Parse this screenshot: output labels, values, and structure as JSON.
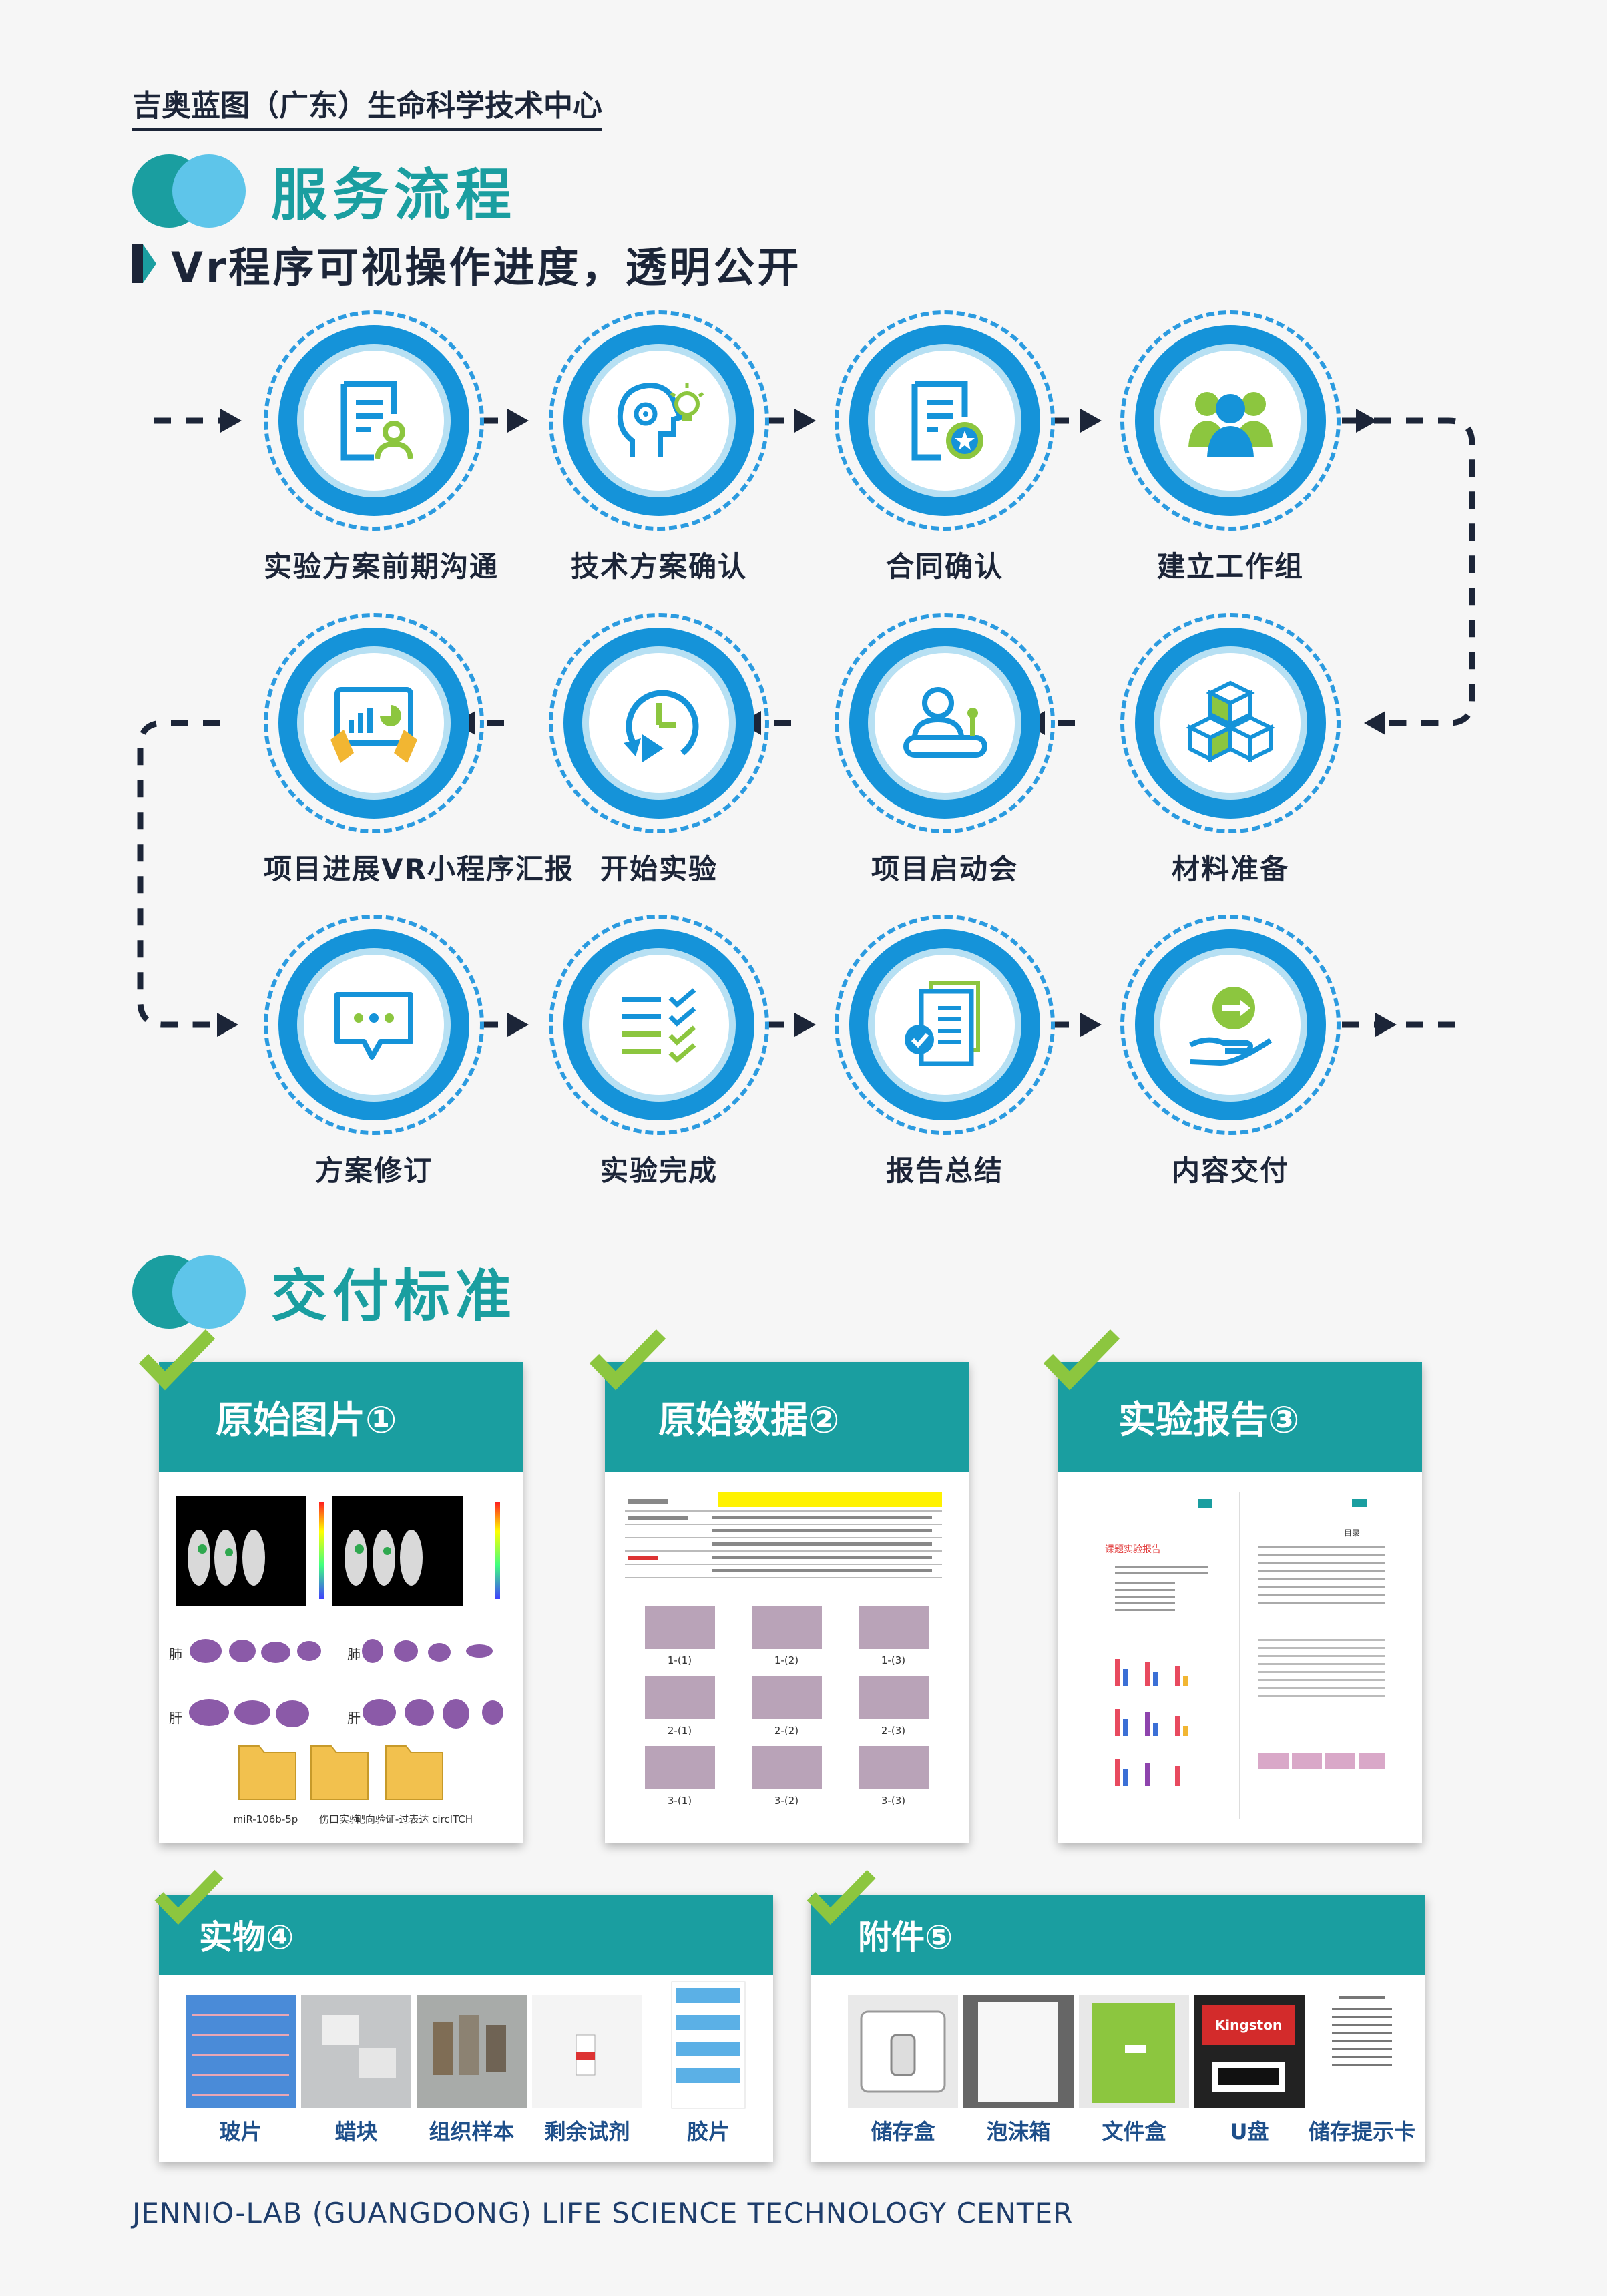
{
  "header": {
    "org": "吉奥蓝图（广东）生命科学技术中心",
    "section1_title": "服务流程",
    "subtitle": "Vr程序可视操作进度，透明公开",
    "section2_title": "交付标准"
  },
  "steps": [
    {
      "label": "实验方案前期沟通",
      "icon": "document-person-icon"
    },
    {
      "label": "技术方案确认",
      "icon": "head-lightbulb-icon"
    },
    {
      "label": "合同确认",
      "icon": "contract-star-icon"
    },
    {
      "label": "建立工作组",
      "icon": "team-icon"
    },
    {
      "label": "项目进展VR小程序汇报",
      "icon": "tablet-chart-icon"
    },
    {
      "label": "开始实验",
      "icon": "clock-play-icon"
    },
    {
      "label": "项目启动会",
      "icon": "meeting-icon"
    },
    {
      "label": "材料准备",
      "icon": "cubes-icon"
    },
    {
      "label": "方案修订",
      "icon": "chat-bubble-icon"
    },
    {
      "label": "实验完成",
      "icon": "checklist-icon"
    },
    {
      "label": "报告总结",
      "icon": "report-check-icon"
    },
    {
      "label": "内容交付",
      "icon": "hand-delivery-icon"
    }
  ],
  "deliverables": [
    {
      "title": "原始图片①",
      "icon": "raw-images-thumbnail",
      "organ_labels": [
        "肺",
        "肝",
        "肺",
        "肝"
      ],
      "folders": [
        "miR-106b-5p",
        "伤口实验",
        "靶向验证-过表达 circITCH"
      ]
    },
    {
      "title": "原始数据②",
      "icon": "raw-data-thumbnail",
      "grid_labels": [
        "1-(1)",
        "1-(2)",
        "1-(3)",
        "2-(1)",
        "2-(2)",
        "2-(3)",
        "3-(1)",
        "3-(2)",
        "3-(3)"
      ]
    },
    {
      "title": "实验报告③",
      "icon": "report-thumbnail",
      "report_title": "课题实验报告",
      "toc_title": "目录"
    },
    {
      "title": "实物④",
      "icon": "physical-items-thumbnail",
      "items": [
        "玻片",
        "蜡块",
        "组织样本",
        "剩余试剂",
        "胶片"
      ]
    },
    {
      "title": "附件⑤",
      "icon": "attachments-thumbnail",
      "items": [
        "储存盒",
        "泡沫箱",
        "文件盒",
        "U盘",
        "储存提示卡"
      ],
      "usb_brand": "Kingston"
    }
  ],
  "footer": "JENNIO-LAB  (GUANGDONG) LIFE SCIENCE TECHNOLOGY CENTER",
  "colors": {
    "teal": "#1a9ea0",
    "blue": "#1593d9",
    "navy": "#1c2538",
    "green": "#8cc63f"
  }
}
